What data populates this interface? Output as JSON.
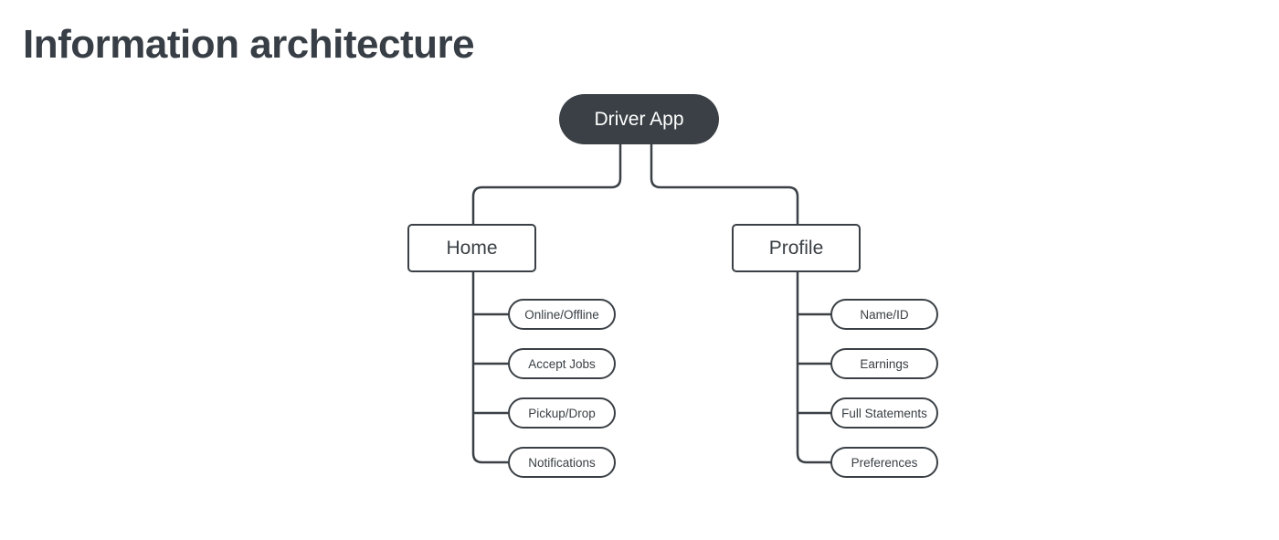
{
  "title": "Information architecture",
  "colors": {
    "background": "#ffffff",
    "node_dark_fill": "#3a4045",
    "line": "#3a4045",
    "text_dark": "#3a4045",
    "root_text": "#ffffff"
  },
  "tree": {
    "root": {
      "label": "Driver App"
    },
    "branches": [
      {
        "label": "Home",
        "children": [
          {
            "label": "Online/Offline"
          },
          {
            "label": "Accept Jobs"
          },
          {
            "label": "Pickup/Drop"
          },
          {
            "label": "Notifications"
          }
        ]
      },
      {
        "label": "Profile",
        "children": [
          {
            "label": "Name/ID"
          },
          {
            "label": "Earnings"
          },
          {
            "label": "Full Statements"
          },
          {
            "label": "Preferences"
          }
        ]
      }
    ]
  }
}
